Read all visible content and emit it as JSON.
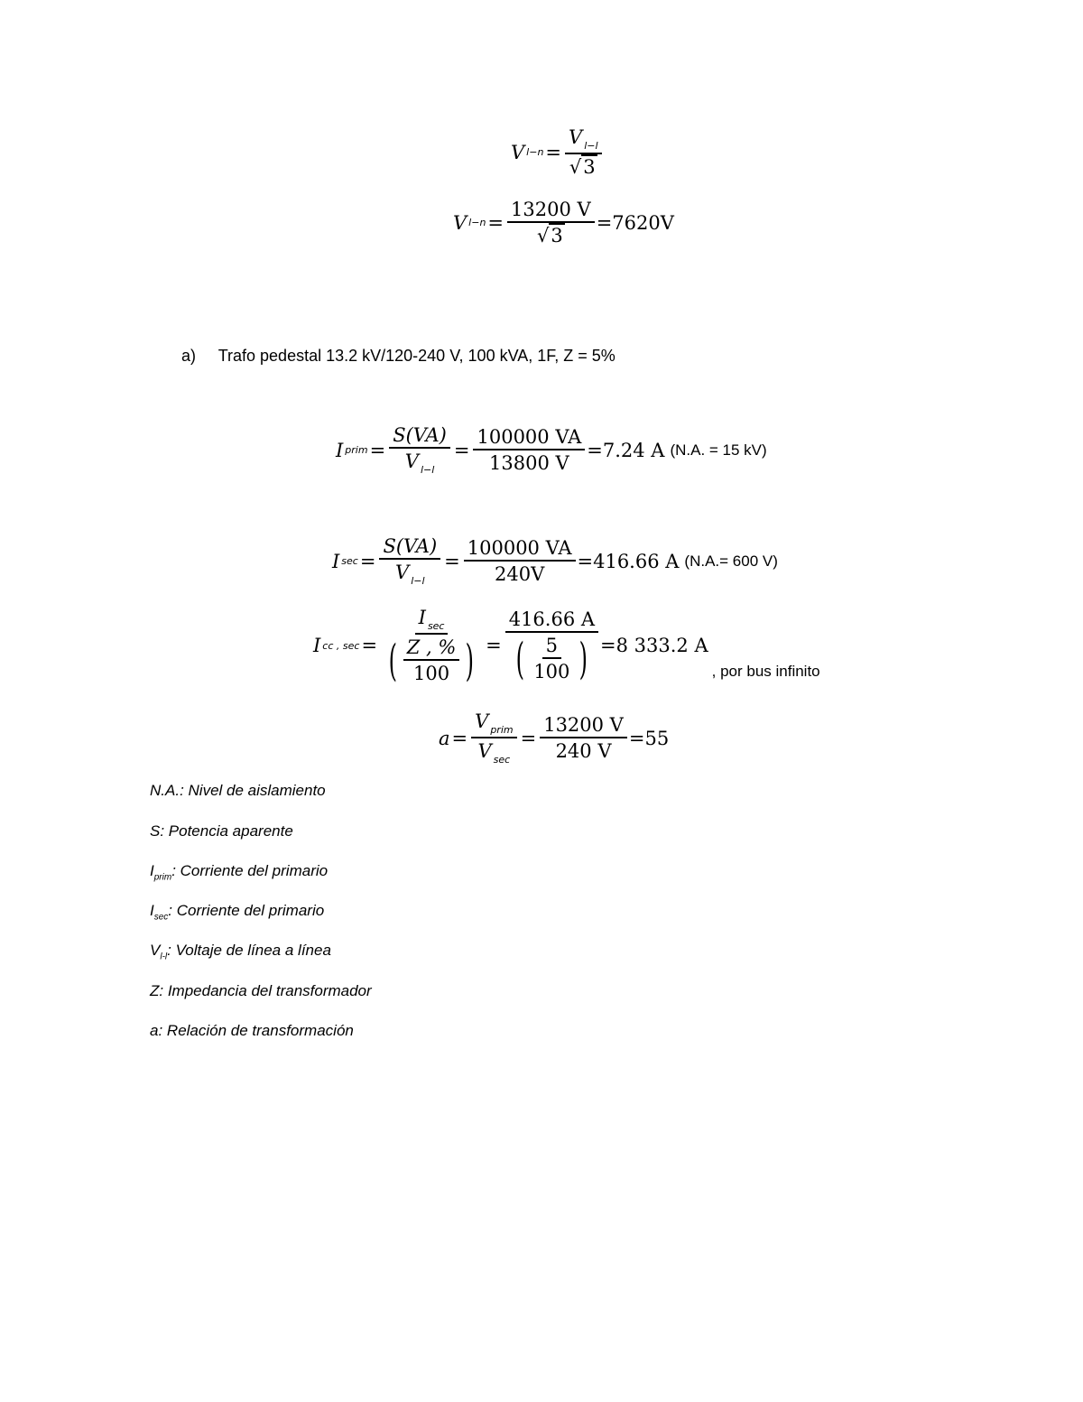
{
  "equations": {
    "vln_def": {
      "lhs": "V",
      "lhs_sub": "l−n",
      "num": "V",
      "num_sub": "l−l",
      "den": "3"
    },
    "vln_calc": {
      "lhs": "V",
      "lhs_sub": "l−n",
      "num": "13200 V",
      "den": "3",
      "result": "=7620V"
    },
    "iprim": {
      "lhs": "I",
      "lhs_sub": "prim",
      "frac1_num": "S(VA)",
      "frac1_den": "V",
      "frac1_den_sub": "l−l",
      "frac2_num": "100000 VA",
      "frac2_den": "13800 V",
      "result": "=7.24 A",
      "note": "(N.A. = 15 kV)"
    },
    "isec": {
      "lhs": "I",
      "lhs_sub": "sec",
      "frac1_num": "S(VA)",
      "frac1_den": "V",
      "frac1_den_sub": "l−l",
      "frac2_num": "100000 VA",
      "frac2_den": "240V",
      "result": "=416.66 A",
      "note": "(N.A.= 600 V)"
    },
    "icc": {
      "lhs": "I",
      "lhs_sub": "cc , sec",
      "frac1_num": "I",
      "frac1_num_sub": "sec",
      "frac1_inner_num": "Z , %",
      "frac1_inner_den": "100",
      "frac2_num": "416.66 A",
      "frac2_inner_num": "5",
      "frac2_inner_den": "100",
      "result": "=8 333.2 A",
      "note": ", por bus infinito"
    },
    "ratio": {
      "lhs": "a",
      "frac1_num": "V",
      "frac1_num_sub": "prim",
      "frac1_den": "V",
      "frac1_den_sub": "sec",
      "frac2_num": "13200 V",
      "frac2_den": "240 V",
      "result": "=55"
    }
  },
  "list_item": {
    "label": "a)",
    "text": "Trafo pedestal 13.2 kV/120-240 V, 100 kVA, 1F, Z = 5%"
  },
  "legend": [
    {
      "symbol": "N.A.",
      "symbol_sub": "",
      "text": ": Nivel de aislamiento"
    },
    {
      "symbol": "S",
      "symbol_sub": "",
      "text": ": Potencia aparente"
    },
    {
      "symbol": "I",
      "symbol_sub": "prim",
      "text": ": Corriente del primario"
    },
    {
      "symbol": "I",
      "symbol_sub": "sec",
      "text": ": Corriente del primario"
    },
    {
      "symbol": "V",
      "symbol_sub": "l-l",
      "text": ": Voltaje de línea a línea"
    },
    {
      "symbol": "Z",
      "symbol_sub": "",
      "text": ": Impedancia del transformador"
    },
    {
      "symbol": "a",
      "symbol_sub": "",
      "text": ": Relación de transformación"
    }
  ],
  "operators": {
    "eq": "=",
    "sqrt": "√"
  }
}
